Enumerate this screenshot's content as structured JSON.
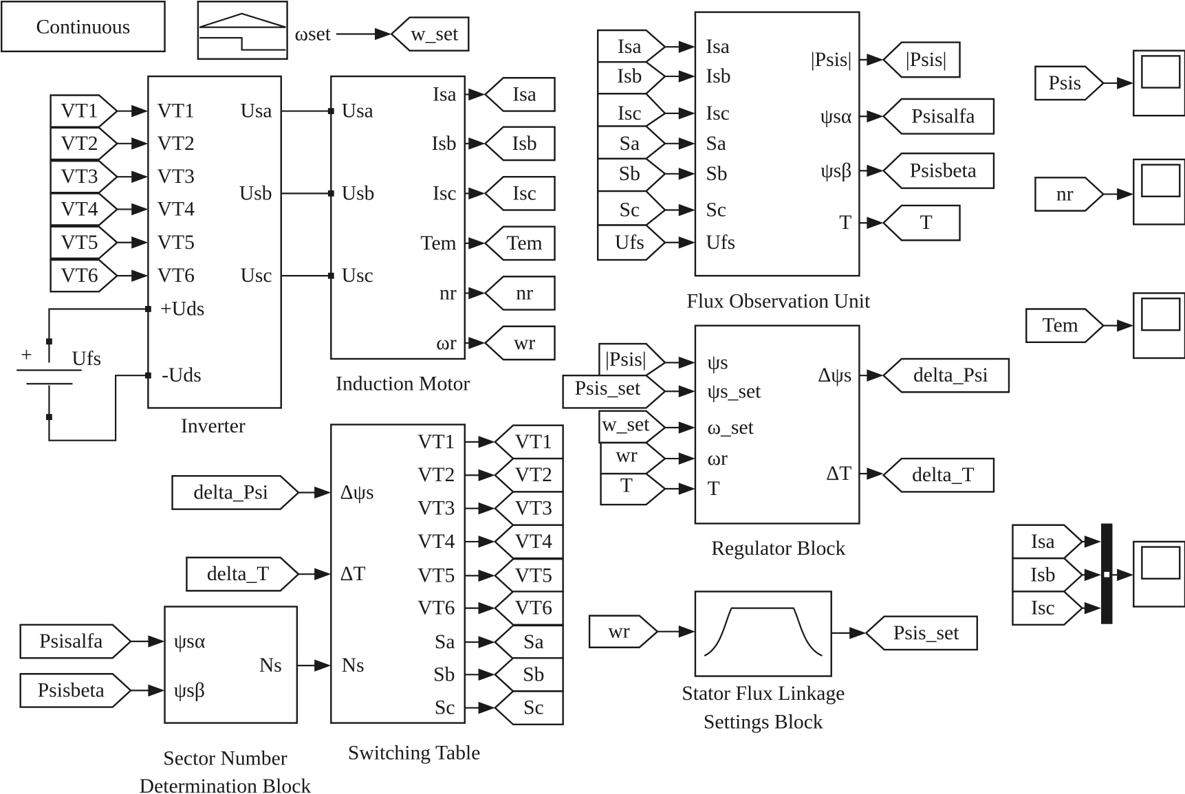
{
  "solver": "Continuous",
  "step": {
    "port": "ωset",
    "goto": "w_set"
  },
  "inverter": {
    "title": "Inverter",
    "from": [
      "VT1",
      "VT2",
      "VT3",
      "VT4",
      "VT5",
      "VT6"
    ],
    "inputs": [
      "VT1",
      "VT2",
      "VT3",
      "VT4",
      "VT5",
      "VT6"
    ],
    "outputs": [
      "Usa",
      "Usb",
      "Usc"
    ],
    "dc_ports": [
      "+Uds",
      "-Uds"
    ]
  },
  "dc_source": {
    "label": "Ufs",
    "plus": "+"
  },
  "motor": {
    "title": "Induction Motor",
    "inputs": [
      "Usa",
      "Usb",
      "Usc"
    ],
    "outputs": [
      "Isa",
      "Isb",
      "Isc",
      "Tem",
      "nr",
      "ωr"
    ],
    "goto": [
      "Isa",
      "Isb",
      "Isc",
      "Tem",
      "nr",
      "wr"
    ]
  },
  "switching": {
    "title": "Switching Table",
    "from": [
      "delta_Psi",
      "delta_T"
    ],
    "inputs": [
      "Δψs",
      "ΔT",
      "Ns"
    ],
    "outputs": [
      "VT1",
      "VT2",
      "VT3",
      "VT4",
      "VT5",
      "VT6",
      "Sa",
      "Sb",
      "Sc"
    ],
    "goto": [
      "VT1",
      "VT2",
      "VT3",
      "VT4",
      "VT5",
      "VT6",
      "Sa",
      "Sb",
      "Sc"
    ]
  },
  "sector": {
    "title_lines": [
      "Sector Number",
      "Determination Block"
    ],
    "from": [
      "Psisalfa",
      "Psisbeta"
    ],
    "inputs": [
      "ψsα",
      "ψsβ"
    ],
    "output": "Ns"
  },
  "flux": {
    "title": "Flux Observation Unit",
    "from": [
      "Isa",
      "Isb",
      "Isc",
      "Sa",
      "Sb",
      "Sc",
      "Ufs"
    ],
    "inputs": [
      "Isa",
      "Isb",
      "Isc",
      "Sa",
      "Sb",
      "Sc",
      "Ufs"
    ],
    "outputs": [
      "|Psis|",
      "ψsα",
      "ψsβ",
      "T"
    ],
    "goto": [
      "|Psis|",
      "Psisalfa",
      "Psisbeta",
      "T"
    ]
  },
  "regulator": {
    "title": "Regulator Block",
    "from": [
      "|Psis|",
      "Psis_set",
      "w_set",
      "wr",
      "T"
    ],
    "inputs": [
      "ψs",
      "ψs_set",
      "ω_set",
      "ωr",
      "T"
    ],
    "outputs": [
      "Δψs",
      "ΔT"
    ],
    "goto": [
      "delta_Psi",
      "delta_T"
    ]
  },
  "stator": {
    "title_lines": [
      "Stator Flux Linkage",
      "Settings Block"
    ],
    "from": "wr",
    "goto": "Psis_set"
  },
  "scopes": [
    {
      "from": [
        "Psis"
      ]
    },
    {
      "from": [
        "nr"
      ]
    },
    {
      "from": [
        "Tem"
      ]
    },
    {
      "from": [
        "Isa",
        "Isb",
        "Isc"
      ]
    }
  ]
}
